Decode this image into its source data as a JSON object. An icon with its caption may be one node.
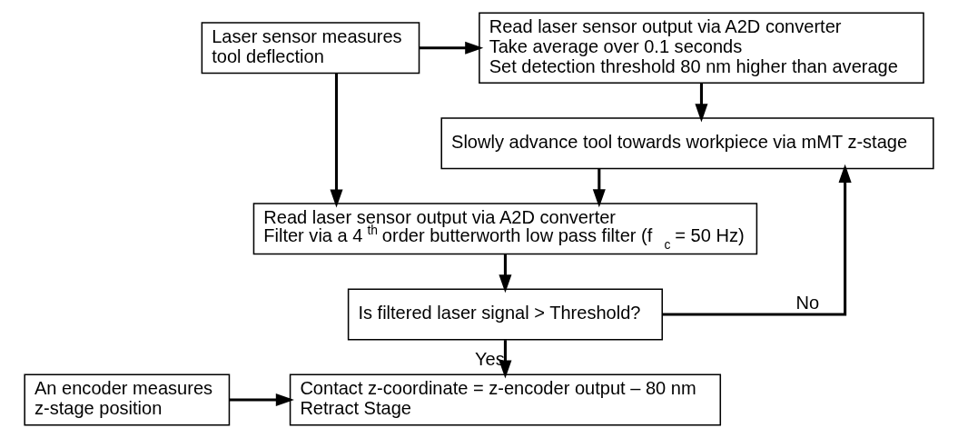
{
  "diagram": {
    "nodes": [
      {
        "text": [
          "Laser sensor measures tool deflection"
        ]
      },
      {
        "text": [
          "Read laser sensor output via A2D converter",
          "Take average over 0.1 seconds",
          "Set detection threshold 80 nm higher than average"
        ]
      },
      {
        "text": [
          "Slowly advance tool towards workpiece via mMT z-stage"
        ]
      },
      {
        "text": [
          "Read laser sensor output via A2D converter",
          "Filter via a 4$^{th}$ order butterworth low pass filter (f$_{c}$ = 50 Hz)"
        ]
      },
      {
        "text": [
          "Is filtered laser signal > Threshold?"
        ]
      },
      {
        "text": [
          "An encoder measures z-stage position"
        ]
      },
      {
        "text": [
          "Contact z-coordinate = z-encoder output – 80 nm",
          "Retract Stage"
        ]
      }
    ],
    "edges": [
      {
        "from": 0,
        "to": 1,
        "arrow": "to"
      },
      {
        "from": 1,
        "to": 2,
        "arrow": "to"
      },
      {
        "from": 2,
        "to": 3,
        "arrow": "to"
      },
      {
        "from": 0,
        "to": 3,
        "arrow": "to"
      },
      {
        "from": 3,
        "to": 4,
        "arrow": "to"
      },
      {
        "from": 4,
        "to": 2,
        "arrow": "to",
        "label": "No"
      },
      {
        "from": 4,
        "to": 6,
        "arrow": "to",
        "label": "Yes"
      },
      {
        "from": 5,
        "to": 6,
        "arrow": "to"
      }
    ]
  }
}
